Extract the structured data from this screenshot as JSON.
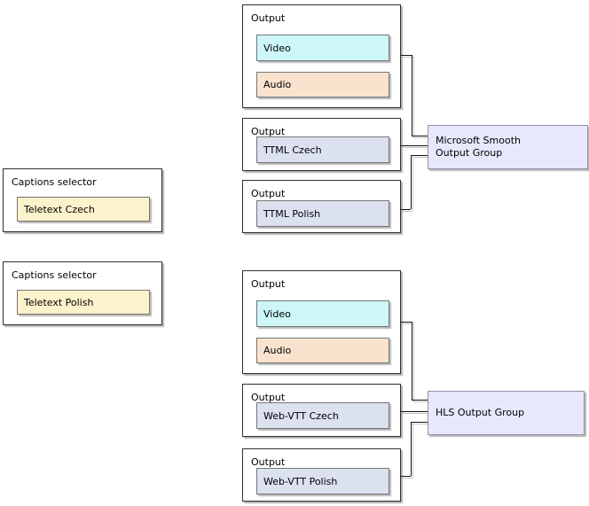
{
  "colors": {
    "video-fill": "#ccf6f7",
    "audio-fill": "#f9e3cf",
    "caption-fill": "#dce1f0",
    "selector-item-fill": "#fcf2cb",
    "group-fill": "#e7e8fb",
    "group-border": "#9093a8",
    "item-border": "#757575",
    "outer-border": "#2f2f2f",
    "line": "#111111"
  },
  "selectors": [
    {
      "label": "Captions selector",
      "item": "Teletext Czech"
    },
    {
      "label": "Captions selector",
      "item": "Teletext Polish"
    }
  ],
  "groups": [
    {
      "name": "Microsoft Smooth\nOutput Group",
      "outputs": [
        {
          "label": "Output",
          "items": [
            {
              "text": "Video"
            },
            {
              "text": "Audio"
            }
          ]
        },
        {
          "label": "Output",
          "items": [
            {
              "text": "TTML Czech"
            }
          ]
        },
        {
          "label": "Output",
          "items": [
            {
              "text": "TTML Polish"
            }
          ]
        }
      ]
    },
    {
      "name": "HLS Output Group",
      "outputs": [
        {
          "label": "Output",
          "items": [
            {
              "text": "Video"
            },
            {
              "text": "Audio"
            }
          ]
        },
        {
          "label": "Output",
          "items": [
            {
              "text": "Web-VTT Czech"
            }
          ]
        },
        {
          "label": "Output",
          "items": [
            {
              "text": "Web-VTT Polish"
            }
          ]
        }
      ]
    }
  ]
}
